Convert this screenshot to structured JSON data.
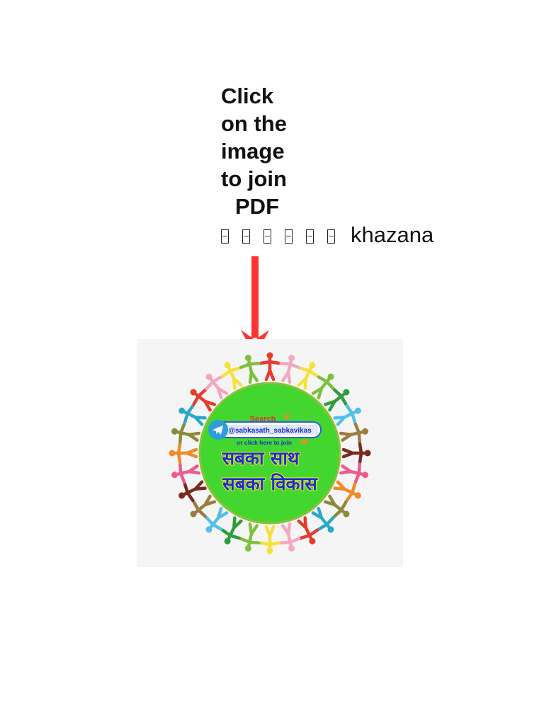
{
  "headline": {
    "lines": [
      "Click",
      "on the",
      "image",
      "to join",
      "PDF"
    ],
    "placeholder_glyph_count": 6,
    "tail": "khazana"
  },
  "promo_banner": {
    "search_label": "Search",
    "handle": "@sabkasath_sabkavikas",
    "join_hint": "or click here to join",
    "title_line_1": "सबका साथ",
    "title_line_2": "सबका विकास"
  },
  "colors": {
    "arrow": "#ff3333",
    "promo_circle": "#43d62e",
    "promo_circle_border": "#8fbf3a",
    "telegram": "#2a9fd8",
    "title_text": "#1b2fc9",
    "title_outline": "#f5e342",
    "search_text": "#e0312b",
    "page_background": "#ffffff",
    "promo_background": "#f5f5f5"
  },
  "people_colors": [
    "#e63b2e",
    "#f4a7c0",
    "#f6e03b",
    "#7fbf3f",
    "#2e9d3a",
    "#53c0e8",
    "#9c7b3f",
    "#7a2a1e",
    "#ee5a8f",
    "#f08a2a",
    "#8a8a3a",
    "#2aa8c9"
  ]
}
